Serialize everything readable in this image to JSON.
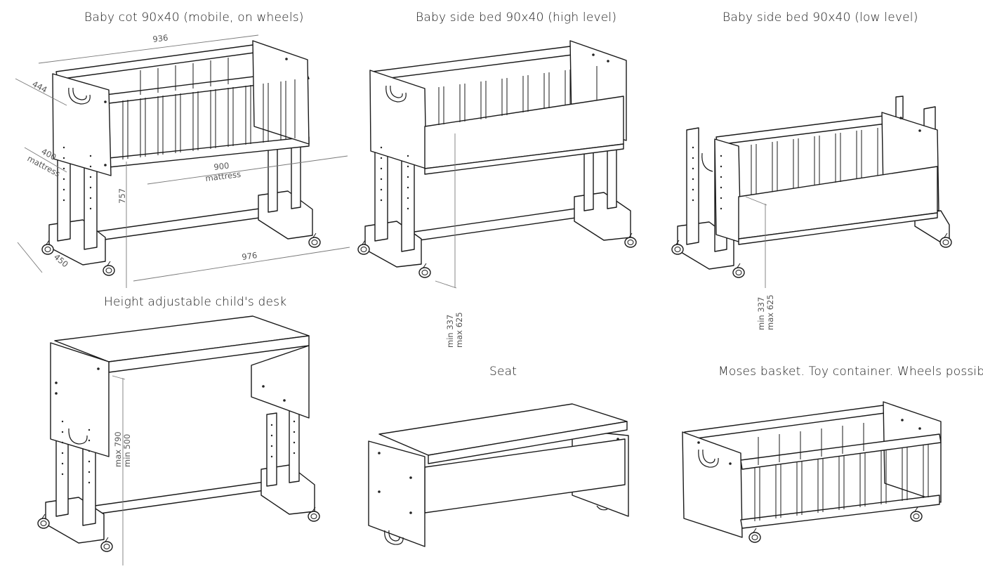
{
  "panels": {
    "cot": {
      "title": "Baby cot 90x40 (mobile, on wheels)",
      "dims": {
        "length_top": "936",
        "depth_top": "444",
        "mattress_width": "400",
        "mattress_width_label": "mattress",
        "mattress_length": "900",
        "mattress_length_label": "mattress",
        "height": "757",
        "base_depth": "450",
        "base_length": "976"
      }
    },
    "side_high": {
      "title": "Baby side bed 90x40 (high level)",
      "dims": {
        "min": "min 337",
        "max": "max 625"
      }
    },
    "side_low": {
      "title": "Baby side bed 90x40 (low level)",
      "dims": {
        "min": "min 337",
        "max": "max 625"
      }
    },
    "desk": {
      "title": "Height adjustable child's desk",
      "dims": {
        "max": "max 790",
        "min": "min 500"
      }
    },
    "seat": {
      "title": "Seat"
    },
    "basket": {
      "title": "Moses basket. Toy container. Wheels possible"
    }
  }
}
